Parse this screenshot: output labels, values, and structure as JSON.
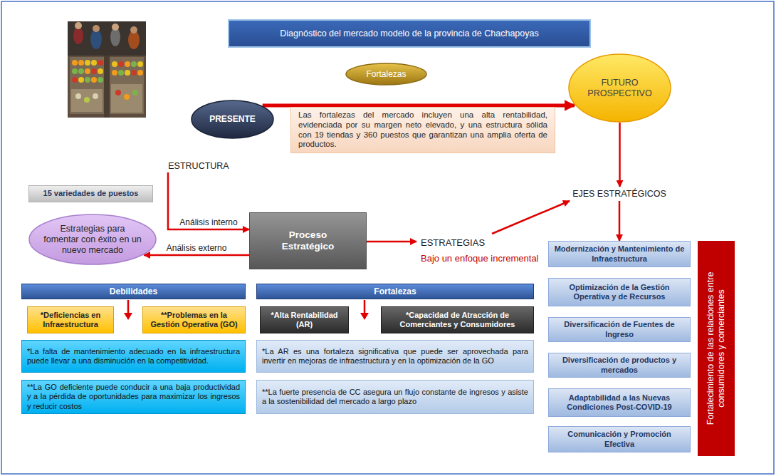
{
  "diagram": {
    "title": "Diagnóstico del mercado modelo de la provincia de Chachapoyas",
    "nodes": [
      {
        "text": [
          "Fortalezas"
        ]
      },
      {
        "text": [
          "FUTURO PROSPECTIVO"
        ]
      },
      {
        "text": [
          "PRESENTE"
        ]
      },
      {
        "text": [
          "Las fortalezas del mercado incluyen una alta rentabilidad, evidenciada por su margen neto elevado, y una estructura sólida con 19 tiendas y 360 puestos que garantizan una amplia oferta de productos."
        ]
      },
      {
        "text": [
          "ESTRUCTURA"
        ]
      },
      {
        "text": [
          "EJES ESTRATÉGICOS"
        ]
      },
      {
        "text": [
          "15 variedades de puestos"
        ]
      },
      {
        "text": [
          "Estrategias para fomentar con éxito en un nuevo mercado"
        ]
      },
      {
        "text": [
          "Proceso Estratégico"
        ]
      },
      {
        "text": [
          "ESTRATEGIAS",
          "Bajo un enfoque incremental"
        ]
      },
      {
        "text": [
          "Modernización y Mantenimiento de Infraestructura"
        ]
      },
      {
        "text": [
          "Optimización de la Gestión Operativa y de Recursos"
        ]
      },
      {
        "text": [
          "Diversificación de Fuentes de Ingreso"
        ]
      },
      {
        "text": [
          "Diversificación de productos y mercados"
        ]
      },
      {
        "text": [
          "Adaptabilidad a las Nuevas Condiciones Post-COVID-19"
        ]
      },
      {
        "text": [
          "Comunicación y Promoción Efectiva"
        ]
      },
      {
        "text": [
          "Fortalecimiento de las relaciones entre consumidores y comerciantes"
        ]
      },
      {
        "text": [
          "Debilidades"
        ]
      },
      {
        "text": [
          "*Deficiencias en Infraestructura"
        ]
      },
      {
        "text": [
          "**Problemas en la Gestión Operativa (GO)"
        ]
      },
      {
        "text": [
          "*La falta de mantenimiento adecuado en la infraestructura puede llevar a una disminución en la competitividad."
        ]
      },
      {
        "text": [
          "**La GO deficiente puede conducir a una baja productividad y a la pérdida de oportunidades para maximizar los ingresos y reducir costos"
        ]
      },
      {
        "text": [
          "Fortalezas"
        ]
      },
      {
        "text": [
          "*Alta Rentabilidad (AR)"
        ]
      },
      {
        "text": [
          "*Capacidad de Atracción de Comerciantes y Consumidores"
        ]
      },
      {
        "text": [
          "*La AR es una fortaleza significativa que puede ser aprovechada para invertir en mejoras de infraestructura y en la optimización de la GO"
        ]
      },
      {
        "text": [
          "**La fuerte presencia de CC asegura un flujo constante de ingresos y asiste a la sostenibilidad del mercado a largo plazo"
        ]
      }
    ],
    "edges": [
      {
        "from": 2,
        "to": 1,
        "arrow": "to"
      },
      {
        "from": 4,
        "to": 8,
        "label": "Análisis interno",
        "arrow": "to"
      },
      {
        "from": 8,
        "to": 7,
        "label": "Análisis externo",
        "arrow": "to"
      },
      {
        "from": 8,
        "to": 9,
        "arrow": "to"
      },
      {
        "from": 9,
        "to": 5,
        "arrow": "to"
      },
      {
        "from": 1,
        "to": 5,
        "arrow": "to"
      },
      {
        "from": 5,
        "to": 10,
        "arrow": "to"
      }
    ]
  }
}
